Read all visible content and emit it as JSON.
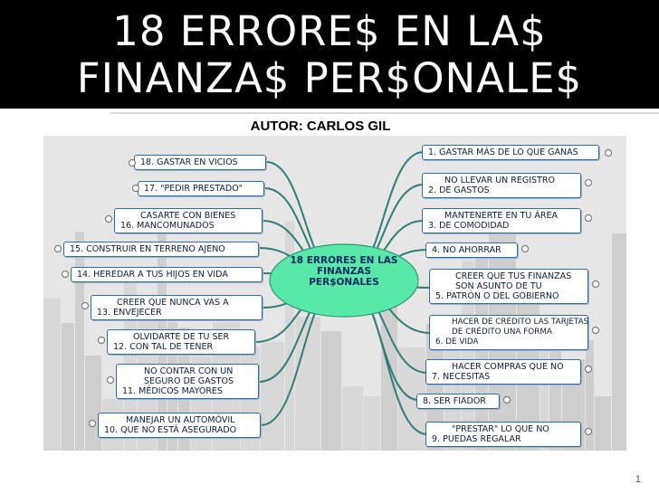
{
  "title": {
    "line1": "18 ERRORE$ EN LA$",
    "line2": "FINANZA$ PER$ONALE$"
  },
  "author": "AUTOR: CARLOS GIL",
  "center": {
    "line1": "18 ERRORES EN LAS",
    "line2": "FINANZAS",
    "line3": "PER$ONALES"
  },
  "right_items": [
    {
      "lines": [
        "1. GASTAR MÁS DE LO QUE GANAS"
      ]
    },
    {
      "lines": [
        "NO LLEVAR UN REGISTRO",
        "2. DE GASTOS"
      ]
    },
    {
      "lines": [
        "MANTENERTE EN TU ÁREA",
        "3. DE COMODIDAD"
      ]
    },
    {
      "lines": [
        "4. NO AHORRAR"
      ]
    },
    {
      "lines": [
        "CREER QUE TUS FINANZAS",
        "SON ASUNTO DE TU",
        "5. PATRÓN O DEL GOBIERNO"
      ]
    },
    {
      "lines": [
        "HACER DE CRÉDITO LAS TARJETAS",
        "DE CRÉDITO UNA FORMA",
        "6. DE VIDA"
      ]
    },
    {
      "lines": [
        "HACER COMPRAS QUE NO",
        "7. NECESITAS"
      ]
    },
    {
      "lines": [
        "8. SER FIADOR"
      ]
    },
    {
      "lines": [
        "\"PRESTAR\" LO QUE NO",
        "9. PUEDAS REGALAR"
      ]
    }
  ],
  "left_items": [
    {
      "lines": [
        "18. GASTAR EN VICIOS"
      ]
    },
    {
      "lines": [
        "17. \"PEDIR PRESTADO\""
      ]
    },
    {
      "lines": [
        "CASARTE CON BIENES",
        "16. MANCOMUNADOS"
      ]
    },
    {
      "lines": [
        "15. CONSTRUIR EN TERRENO AJENO"
      ]
    },
    {
      "lines": [
        "14. HEREDAR A TUS HIJOS EN VIDA"
      ]
    },
    {
      "lines": [
        "CREER QUE NUNCA VAS A",
        "13. ENVEJECER"
      ]
    },
    {
      "lines": [
        "OLVIDARTE DE TU SER",
        "12. CON TAL DE TENER"
      ]
    },
    {
      "lines": [
        "NO CONTAR CON UN",
        "SEGURO DE GASTOS",
        "11. MÉDICOS MAYORES"
      ]
    },
    {
      "lines": [
        "MANEJAR UN AUTOMÓVIL",
        "10. QUE NO ESTÁ ASEGURADO"
      ]
    }
  ],
  "page_number": "1",
  "colors": {
    "title_bg": "#000000",
    "center_fill": "#58e8a8",
    "box_border": "#2a6fb0",
    "branch": "#2e7d7a"
  }
}
